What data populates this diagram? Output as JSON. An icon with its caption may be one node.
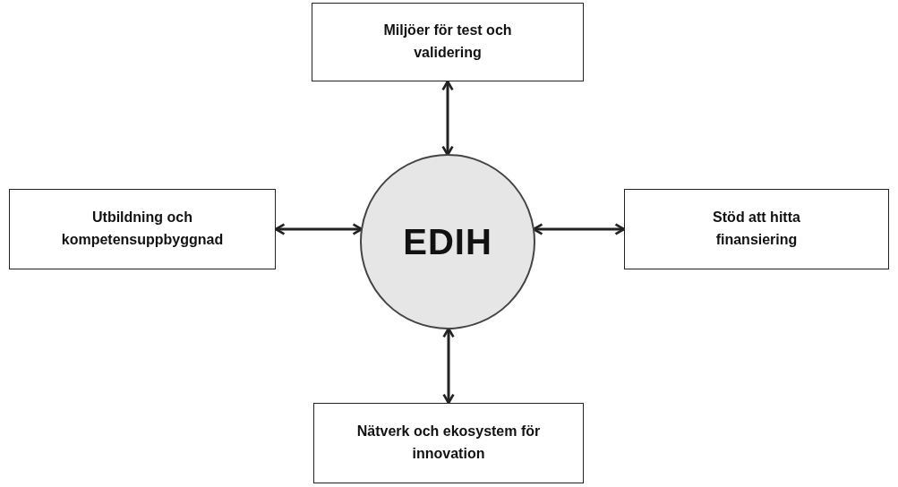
{
  "diagram": {
    "nodes": [
      {
        "text": [
          "Miljöer för test och validering"
        ]
      },
      {
        "text": [
          "Utbildning och kompetensuppbyggnad"
        ]
      },
      {
        "text": [
          "EDIH"
        ]
      },
      {
        "text": [
          "Stöd att hitta finansiering"
        ]
      },
      {
        "text": [
          "Nätverk och ekosystem för innovation"
        ]
      }
    ],
    "edges": [
      {
        "from": 2,
        "to": 0,
        "arrow": "both"
      },
      {
        "from": 2,
        "to": 1,
        "arrow": "both"
      },
      {
        "from": 2,
        "to": 3,
        "arrow": "both"
      },
      {
        "from": 2,
        "to": 4,
        "arrow": "both"
      }
    ]
  }
}
